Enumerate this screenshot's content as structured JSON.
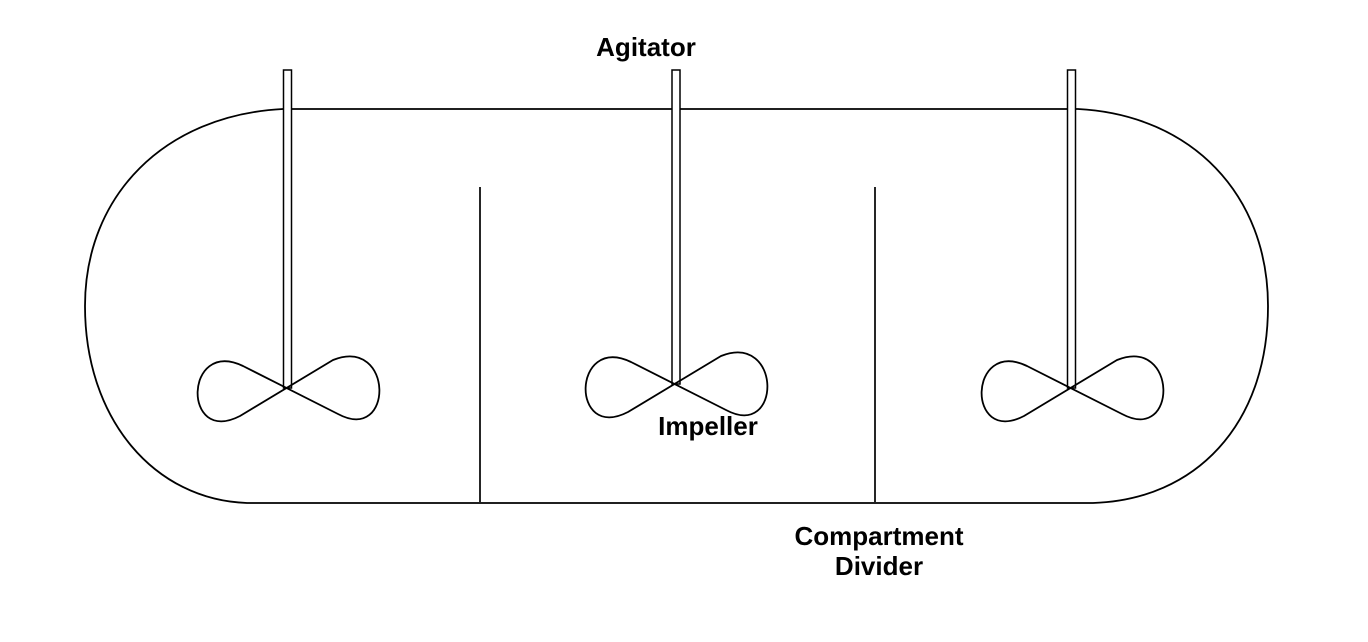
{
  "diagram": {
    "background_color": "#ffffff",
    "line_color": "#000000",
    "labels": {
      "agitator": "Agitator",
      "impeller": "Impeller",
      "compartment_divider_line1": "Compartment",
      "compartment_divider_line2": "Divider"
    },
    "equipment": {
      "agitator_count": 3,
      "impeller_count": 3,
      "compartment_divider_count": 2,
      "compartment_count": 3
    }
  }
}
